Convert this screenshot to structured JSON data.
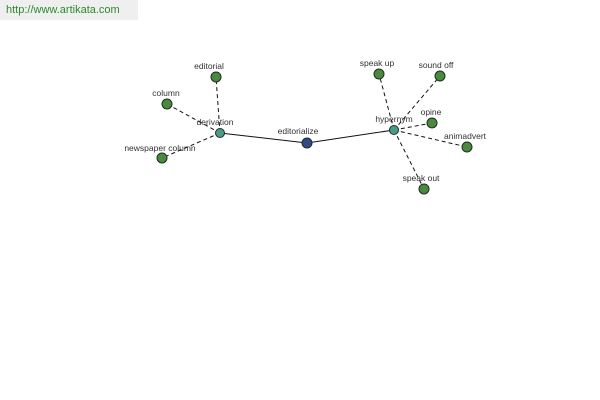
{
  "watermark": {
    "text": "http://www.artikata.com"
  },
  "graph": {
    "nodes": [
      {
        "id": "editorialize",
        "label": "editorialize",
        "kind": "center"
      },
      {
        "id": "derivation",
        "label": "derivation",
        "kind": "hub"
      },
      {
        "id": "hypernym",
        "label": "hypernym",
        "kind": "hub"
      },
      {
        "id": "editorial",
        "label": "editorial",
        "kind": "leaf"
      },
      {
        "id": "column",
        "label": "column",
        "kind": "leaf"
      },
      {
        "id": "newspaper-column",
        "label": "newspaper column",
        "kind": "leaf"
      },
      {
        "id": "speak-up",
        "label": "speak up",
        "kind": "leaf"
      },
      {
        "id": "sound-off",
        "label": "sound off",
        "kind": "leaf"
      },
      {
        "id": "opine",
        "label": "opine",
        "kind": "leaf"
      },
      {
        "id": "animadvert",
        "label": "animadvert",
        "kind": "leaf"
      },
      {
        "id": "speak-out",
        "label": "speak out",
        "kind": "leaf"
      }
    ],
    "edges": [
      {
        "from": "editorialize",
        "to": "derivation",
        "style": "solid"
      },
      {
        "from": "editorialize",
        "to": "hypernym",
        "style": "solid"
      },
      {
        "from": "derivation",
        "to": "editorial",
        "style": "dashed"
      },
      {
        "from": "derivation",
        "to": "column",
        "style": "dashed"
      },
      {
        "from": "derivation",
        "to": "newspaper-column",
        "style": "dashed"
      },
      {
        "from": "hypernym",
        "to": "speak-up",
        "style": "dashed"
      },
      {
        "from": "hypernym",
        "to": "sound-off",
        "style": "dashed"
      },
      {
        "from": "hypernym",
        "to": "opine",
        "style": "dashed"
      },
      {
        "from": "hypernym",
        "to": "animadvert",
        "style": "dashed"
      },
      {
        "from": "hypernym",
        "to": "speak-out",
        "style": "dashed"
      }
    ],
    "colors": {
      "center": "#2e4a8c",
      "hub": "#4a9a8a",
      "leaf": "#4a8a3e",
      "stroke": "#1e2e1e",
      "edge": "#111111"
    }
  }
}
